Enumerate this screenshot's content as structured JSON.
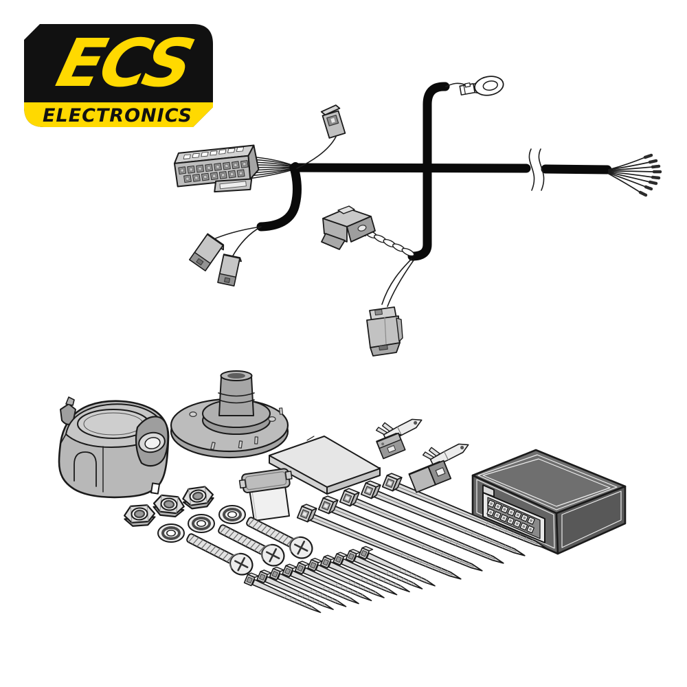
{
  "page": {
    "background": "#ffffff",
    "description": "ECS Electronics towbar wiring kit contents illustration"
  },
  "logo": {
    "brand": "ECS",
    "subtitle": "ELECTRONICS",
    "panel_color": "#111111",
    "accent_color": "#ffd900"
  },
  "illustration": {
    "palette": {
      "outline": "#1a1a1a",
      "cable": "#0a0a0a",
      "light": "#ececec",
      "mid": "#c3c3c3",
      "shade": "#9c9c9c",
      "module": "#6b6b6b",
      "white": "#ffffff"
    },
    "harness": {
      "items": [
        {
          "name": "12-way vehicle connector with fanned wire loom",
          "qty": 1
        },
        {
          "name": "main sheathed harness cable",
          "qty": 1
        },
        {
          "name": "ring ground terminal",
          "qty": 1
        },
        {
          "name": "single-wire connector on top branch",
          "qty": 1
        },
        {
          "name": "branch connectors lower left",
          "qty": 2
        },
        {
          "name": "twisted-pair connector centre branch",
          "qty": 1
        },
        {
          "name": "two-pin connector on down branch",
          "qty": 1
        },
        {
          "name": "stripped wire ends with crimp terminals",
          "qty": 8
        },
        {
          "name": "cable length break mark",
          "qty": 1
        }
      ]
    },
    "kit": {
      "items": [
        {
          "name": "7-pin towing socket housing",
          "qty": 1
        },
        {
          "name": "rubber gasket plate with grommet",
          "qty": 1
        },
        {
          "name": "adhesive mounting pad",
          "qty": 1
        },
        {
          "name": "fuse holder box",
          "qty": 1
        },
        {
          "name": "hex nut",
          "qty": 3
        },
        {
          "name": "serrated lock washer",
          "qty": 3
        },
        {
          "name": "phillips pan-head screw",
          "qty": 3
        },
        {
          "name": "long cable tie",
          "qty": 5
        },
        {
          "name": "short cable tie",
          "qty": 10
        },
        {
          "name": "flat spade terminal",
          "qty": 2
        },
        {
          "name": "mini connector housing",
          "qty": 2
        },
        {
          "name": "electronic control module",
          "qty": 1
        }
      ]
    }
  }
}
